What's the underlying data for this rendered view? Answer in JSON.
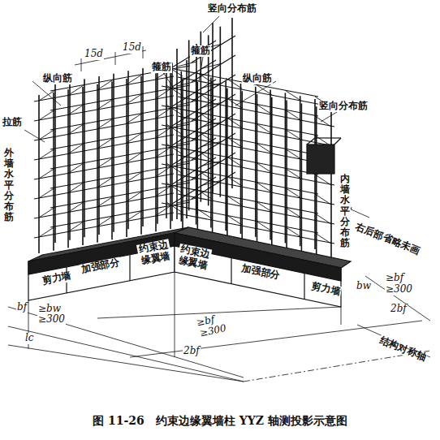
{
  "diagram": {
    "caption": "图 11-26　约束边缘翼墙柱 YYZ 轴测投影示意图",
    "labels": [
      "竖向分布筋",
      "15d",
      "15d",
      "箍筋",
      "箍筋",
      "纵向筋",
      "纵向筋",
      "竖向分布筋",
      "拉筋",
      "外墙水平分布筋",
      "内墙水平分布筋",
      "右后部省略未画",
      "剪力墙",
      "加强部分",
      "约束边 缘翼墙",
      "约束边 缘翼墙",
      "加强部分",
      "剪力墙",
      "bf",
      "≥bw",
      "≥300",
      "lc",
      "≥bf",
      "≥300",
      "2bf",
      "bw",
      "≥bf",
      "≥300",
      "2bf",
      "结构对称轴"
    ]
  }
}
